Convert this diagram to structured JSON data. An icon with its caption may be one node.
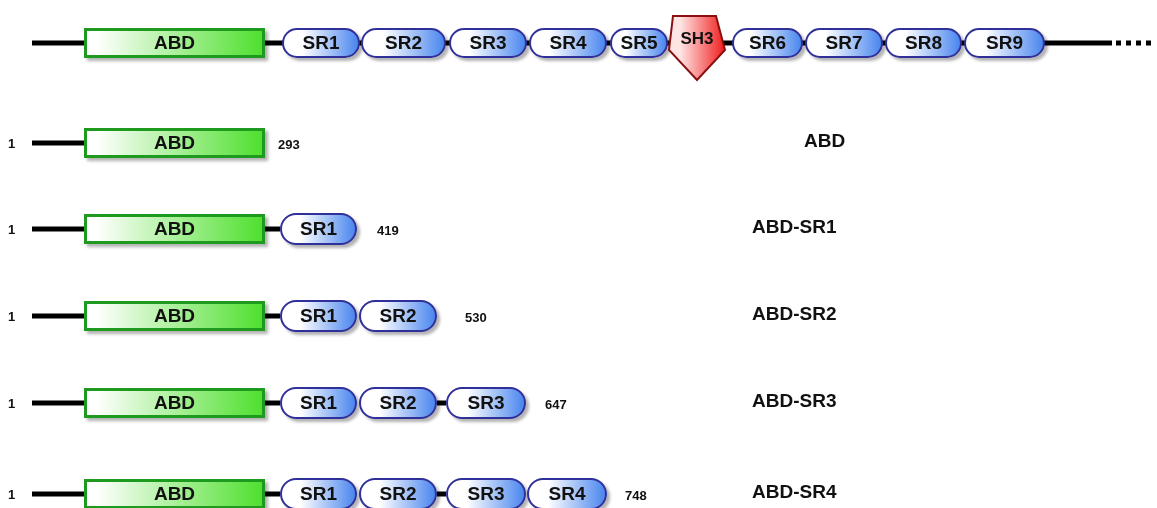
{
  "diagram": {
    "nodes": [
      {
        "text": [
          "ABD"
        ]
      },
      {
        "text": [
          "SR1"
        ]
      },
      {
        "text": [
          "SR2"
        ]
      },
      {
        "text": [
          "SR3"
        ]
      },
      {
        "text": [
          "SR4"
        ]
      },
      {
        "text": [
          "SR5"
        ]
      },
      {
        "text": [
          "SH3"
        ]
      },
      {
        "text": [
          "SR6"
        ]
      },
      {
        "text": [
          "SR7"
        ]
      },
      {
        "text": [
          "SR8"
        ]
      },
      {
        "text": [
          "SR9"
        ]
      },
      {
        "text": [
          "1"
        ]
      },
      {
        "text": [
          "ABD"
        ]
      },
      {
        "text": [
          "1"
        ]
      },
      {
        "text": [
          "ABD"
        ]
      },
      {
        "text": [
          "SR1"
        ]
      },
      {
        "text": [
          "1"
        ]
      },
      {
        "text": [
          "ABD"
        ]
      },
      {
        "text": [
          "SR1"
        ]
      },
      {
        "text": [
          "SR2"
        ]
      },
      {
        "text": [
          "1"
        ]
      },
      {
        "text": [
          "ABD"
        ]
      },
      {
        "text": [
          "SR1"
        ]
      },
      {
        "text": [
          "SR2"
        ]
      },
      {
        "text": [
          "SR3"
        ]
      },
      {
        "text": [
          "1"
        ]
      },
      {
        "text": [
          "ABD"
        ]
      },
      {
        "text": [
          "SR1"
        ]
      },
      {
        "text": [
          "SR2"
        ]
      },
      {
        "text": [
          "SR3"
        ]
      },
      {
        "text": [
          "SR4"
        ]
      }
    ],
    "edges": [
      {
        "from": 11,
        "to": 12,
        "arrow": "none"
      },
      {
        "from": 13,
        "to": 14,
        "arrow": "none"
      },
      {
        "from": 14,
        "to": 15,
        "arrow": "none"
      },
      {
        "from": 16,
        "to": 17,
        "arrow": "none"
      },
      {
        "from": 17,
        "to": 18,
        "arrow": "none"
      },
      {
        "from": 20,
        "to": 21,
        "arrow": "none"
      },
      {
        "from": 21,
        "to": 22,
        "arrow": "none"
      },
      {
        "from": 23,
        "to": 24,
        "arrow": "none"
      },
      {
        "from": 25,
        "to": 26,
        "arrow": "none"
      },
      {
        "from": 26,
        "to": 27,
        "arrow": "none"
      },
      {
        "from": 28,
        "to": 29,
        "arrow": "none"
      }
    ],
    "labels": [
      "293",
      "ABD",
      "419",
      "ABD-SR1",
      "530",
      "ABD-SR2",
      "647",
      "ABD-SR3",
      "748",
      "ABD-SR4"
    ]
  }
}
